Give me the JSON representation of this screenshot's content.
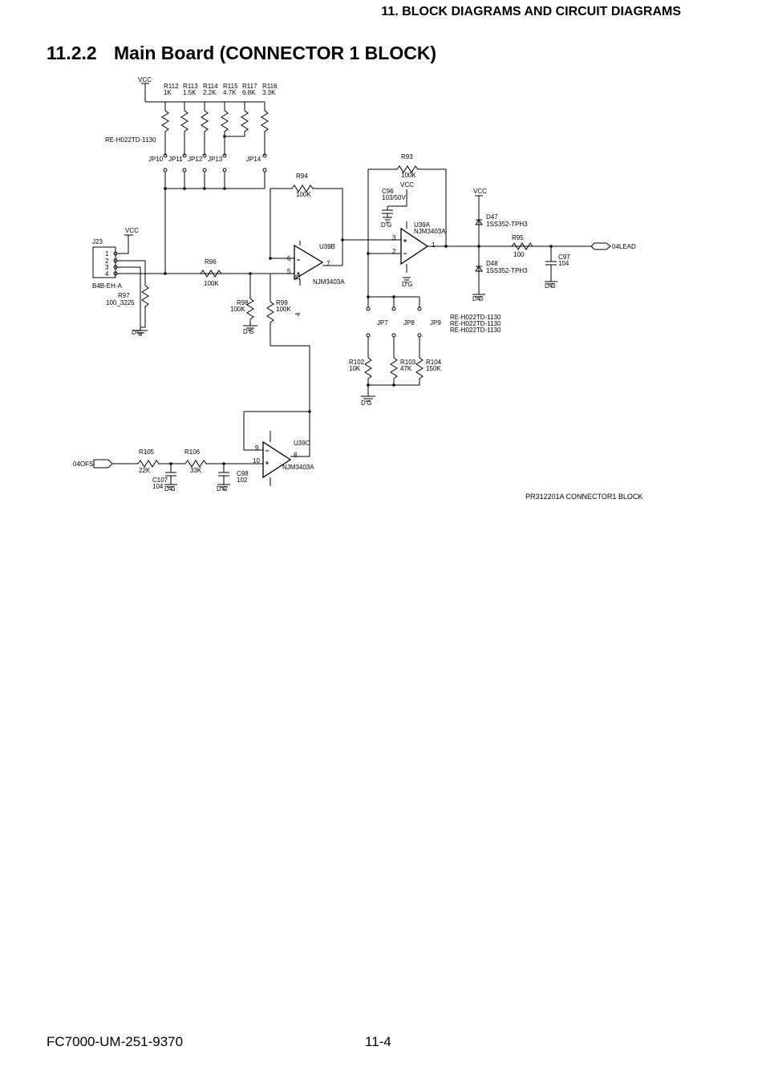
{
  "header": {
    "chapter": "11. BLOCK DIAGRAMS AND CIRCUIT DIAGRAMS"
  },
  "section": {
    "number": "11.2.2",
    "title": "Main Board (CONNECTOR 1 BLOCK)"
  },
  "schematic": {
    "vcc": "VCC",
    "dg": "D'G",
    "resistors": {
      "r112": {
        "ref": "R112",
        "val": "1K"
      },
      "r113": {
        "ref": "R113",
        "val": "1.5K"
      },
      "r114": {
        "ref": "R114",
        "val": "2.2K"
      },
      "r115": {
        "ref": "R115",
        "val": "4.7K"
      },
      "r117": {
        "ref": "R117",
        "val": "6.8K"
      },
      "r116": {
        "ref": "R116",
        "val": "3.3K"
      },
      "r93": {
        "ref": "R93",
        "val": "100K"
      },
      "r94": {
        "ref": "R94",
        "val": "100K"
      },
      "r96": {
        "ref": "R96",
        "val": "100K"
      },
      "r97": {
        "ref": "R97",
        "val": "100_3225"
      },
      "r98": {
        "ref": "R98",
        "val": "100K"
      },
      "r99": {
        "ref": "R99",
        "val": "100K"
      },
      "r95": {
        "ref": "R95",
        "val": "100"
      },
      "r102": {
        "ref": "R102",
        "val": "10K"
      },
      "r103": {
        "ref": "R103",
        "val": "47K"
      },
      "r104": {
        "ref": "R104",
        "val": "150K"
      },
      "r105": {
        "ref": "R105",
        "val": "22K"
      },
      "r106": {
        "ref": "R106",
        "val": "33K"
      }
    },
    "capacitors": {
      "c96": {
        "ref": "C96",
        "val": "103/50V"
      },
      "c97": {
        "ref": "C97",
        "val": "104"
      },
      "c98": {
        "ref": "C98",
        "val": "102"
      },
      "c107": {
        "ref": "C107",
        "val": "104"
      }
    },
    "diodes": {
      "d47": {
        "ref": "D47",
        "val": "1SS352-TPH3"
      },
      "d48": {
        "ref": "D48",
        "val": "1SS352-TPH3"
      }
    },
    "opamps": {
      "u39a": {
        "ref": "U39A",
        "val": "NJM3403A"
      },
      "u39b": {
        "ref": "U39B",
        "val": "NJM3403A"
      },
      "u39c": {
        "ref": "U39C",
        "val": "NJM3403A"
      }
    },
    "jumpers": {
      "jp7": "JP7",
      "jp8": "JP8",
      "jp9": "JP9",
      "jp10": "JP10",
      "jp11": "JP11",
      "jp12": "JP12",
      "jp13": "JP13",
      "jp14": "JP14",
      "top_part": "RE-H022TD-1130",
      "right_part": "RE-H022TD-1130"
    },
    "connector": {
      "ref": "J23",
      "part": "B4B-EH-A",
      "pins": [
        "1",
        "2",
        "3",
        "4"
      ]
    },
    "pins": {
      "p1": "1",
      "p2": "2",
      "p3": "3",
      "p4": "4",
      "p5": "5",
      "p6": "6",
      "p7": "7",
      "p8": "8",
      "p9": "9",
      "p10": "10",
      "p11": "11"
    },
    "nets": {
      "out": "04LEAD",
      "in": "04OFS"
    },
    "block_id": "PR312201A  CONNECTOR1 BLOCK"
  },
  "footer": {
    "doc": "FC7000-UM-251-9370",
    "page": "11-4"
  }
}
